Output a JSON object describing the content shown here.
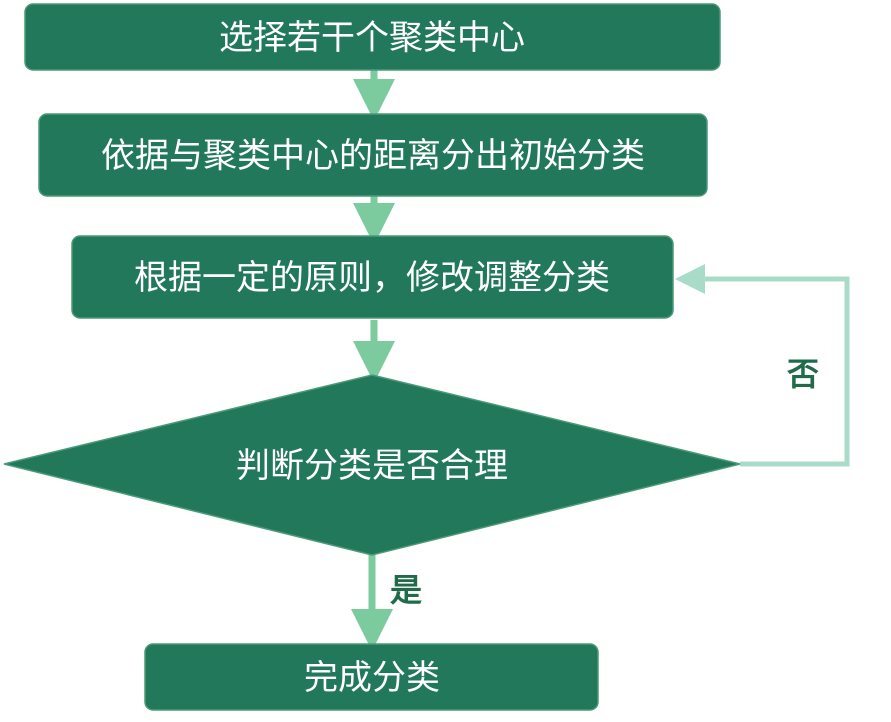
{
  "diagram": {
    "colors": {
      "node_fill": "#22785a",
      "node_border": "#4a9a78",
      "node_text": "#ffffff",
      "arrow": "#7bcb9e",
      "loop_arrow": "#a9dcc8",
      "edge_label": "#1f6b4a"
    },
    "nodes": {
      "step1": "选择若干个聚类中心",
      "step2": "依据与聚类中心的距离分出初始分类",
      "step3": "根据一定的原则，修改调整分类",
      "decision": "判断分类是否合理",
      "end": "完成分类"
    },
    "edges": {
      "no_label": "否",
      "yes_label": "是"
    }
  }
}
